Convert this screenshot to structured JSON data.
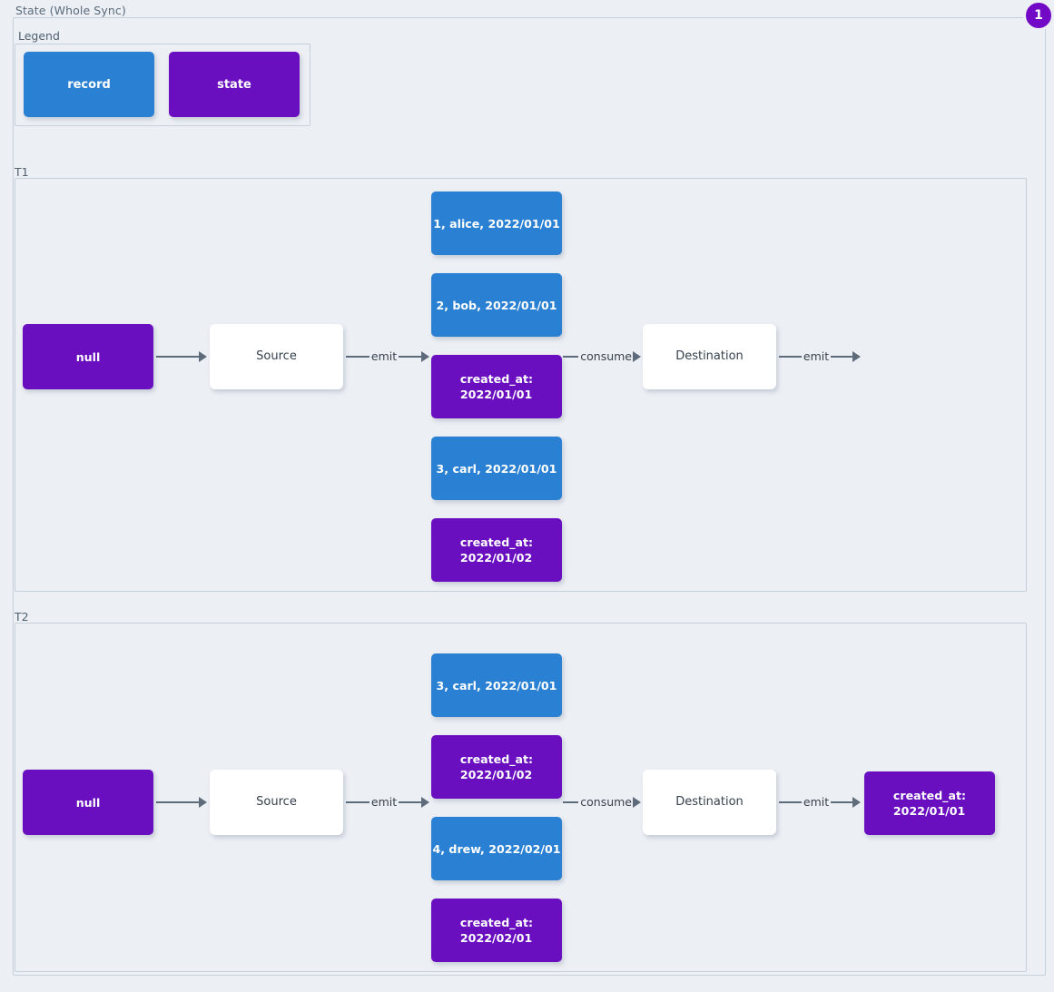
{
  "diagram": {
    "title": "State (Whole Sync)",
    "badge": "1",
    "colors": {
      "record": "#2a80d2",
      "state": "#6a0fbf",
      "plain": "#ffffff",
      "background": "#eceff4",
      "border": "#c6d0db",
      "arrow": "#5d6b7a",
      "badge": "#7209c6"
    }
  },
  "legend": {
    "title": "Legend",
    "items": [
      {
        "label": "record",
        "kind": "record"
      },
      {
        "label": "state",
        "kind": "state"
      }
    ]
  },
  "sections": [
    {
      "label": "T1",
      "nodes": {
        "state_in": "null",
        "source": "Source",
        "destination": "Destination",
        "records": [
          {
            "kind": "record",
            "line1": "1, alice, 2022/01/01"
          },
          {
            "kind": "record",
            "line1": "2, bob, 2022/01/01"
          },
          {
            "kind": "state",
            "line1": "created_at:",
            "line2": "2022/01/01"
          },
          {
            "kind": "record",
            "line1": "3, carl, 2022/01/01"
          },
          {
            "kind": "state",
            "line1": "created_at:",
            "line2": "2022/01/02"
          }
        ],
        "state_out": null
      },
      "arrows": {
        "state_to_source": "",
        "source_emit": "emit",
        "consume": "consume",
        "dest_emit": "emit"
      }
    },
    {
      "label": "T2",
      "nodes": {
        "state_in": "null",
        "source": "Source",
        "destination": "Destination",
        "records": [
          {
            "kind": "record",
            "line1": "3, carl, 2022/01/01"
          },
          {
            "kind": "state",
            "line1": "created_at:",
            "line2": "2022/01/02"
          },
          {
            "kind": "record",
            "line1": "4, drew, 2022/02/01"
          },
          {
            "kind": "state",
            "line1": "created_at:",
            "line2": "2022/02/01"
          }
        ],
        "state_out": {
          "kind": "state",
          "line1": "created_at:",
          "line2": "2022/01/01"
        }
      },
      "arrows": {
        "state_to_source": "",
        "source_emit": "emit",
        "consume": "consume",
        "dest_emit": "emit"
      }
    }
  ]
}
